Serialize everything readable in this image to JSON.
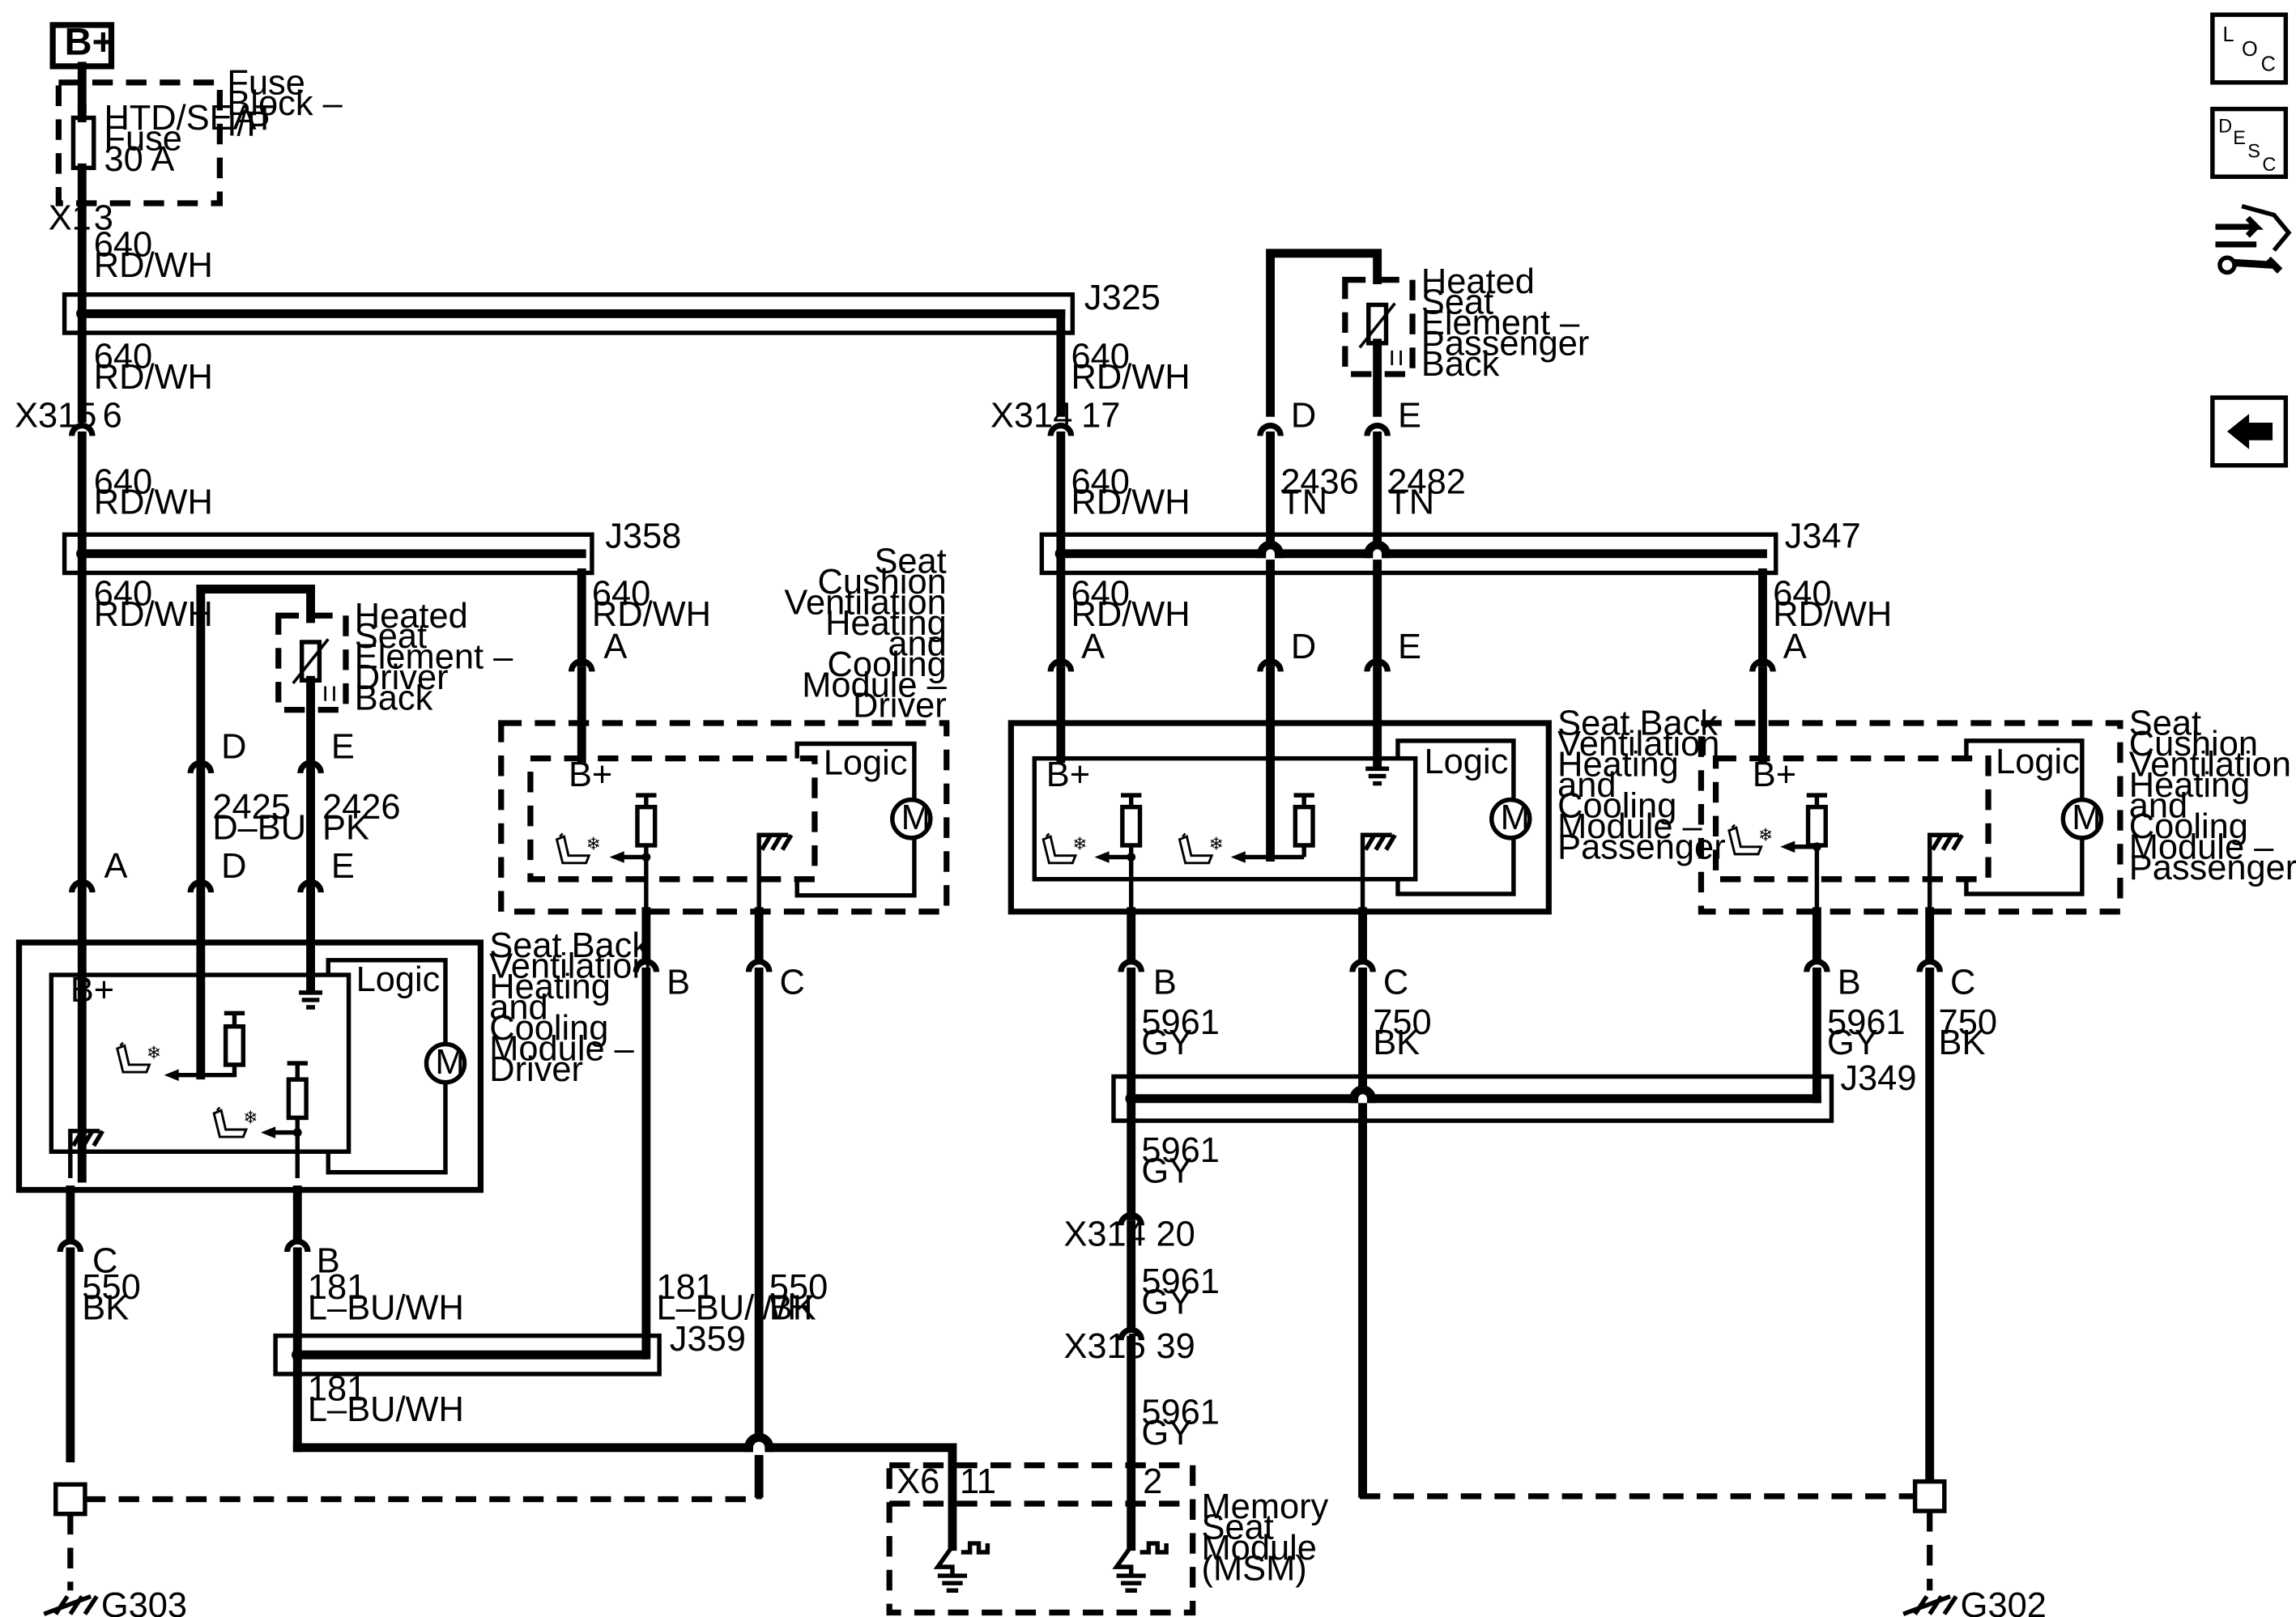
{
  "power": {
    "bplus": "B+"
  },
  "fuse_block": {
    "title_1": "Fuse",
    "title_2": "Block –",
    "title_3": "I/P",
    "fuse_1": "HTD/SEAT",
    "fuse_2": "Fuse",
    "fuse_3": "30 A"
  },
  "connectors": {
    "x1": "X1",
    "x1_pin": "3",
    "x315": "X315",
    "x315_pin_a": "6",
    "x315_pin_b": "39",
    "x314": "X314",
    "x314_pin_a": "17",
    "x314_pin_b": "20",
    "x6": "X6",
    "x6_pin_a": "11",
    "x6_pin_b": "2"
  },
  "splices": {
    "j325": "J325",
    "j358": "J358",
    "j347": "J347",
    "j349": "J349",
    "j359": "J359"
  },
  "wires": {
    "w640": "640",
    "rdwh": "RD/WH",
    "w2425": "2425",
    "dbu": "D–BU",
    "w2426": "2426",
    "pk": "PK",
    "w2436": "2436",
    "w2482": "2482",
    "tn": "TN",
    "w5961": "5961",
    "gy": "GY",
    "w750": "750",
    "w550": "550",
    "bk": "BK",
    "w181": "181",
    "lbuwh": "L–BU/WH"
  },
  "pins": {
    "a": "A",
    "b": "B",
    "c": "C",
    "d": "D",
    "e": "E"
  },
  "heated_driver": {
    "l1": "Heated",
    "l2": "Seat",
    "l3": "Element –",
    "l4": "Driver",
    "l5": "Back"
  },
  "heated_passenger": {
    "l1": "Heated",
    "l2": "Seat",
    "l3": "Element –",
    "l4": "Passenger",
    "l5": "Back"
  },
  "sb_driver": {
    "l1": "Seat Back",
    "l2": "Ventilation",
    "l3": "Heating",
    "l4": "and",
    "l5": "Cooling",
    "l6": "Module –",
    "l7": "Driver"
  },
  "sc_driver": {
    "l1": "Seat",
    "l2": "Cushion",
    "l3": "Ventilation",
    "l4": "Heating",
    "l5": "and",
    "l6": "Cooling",
    "l7": "Module –",
    "l8": "Driver"
  },
  "sb_passenger": {
    "l1": "Seat Back",
    "l2": "Ventilation",
    "l3": "Heating",
    "l4": "and",
    "l5": "Cooling",
    "l6": "Module –",
    "l7": "Passenger"
  },
  "sc_passenger": {
    "l1": "Seat",
    "l2": "Cushion",
    "l3": "Ventilation",
    "l4": "Heating",
    "l5": "and",
    "l6": "Cooling",
    "l7": "Module –",
    "l8": "Passenger"
  },
  "module": {
    "logic": "Logic",
    "motor": "M",
    "bplus": "B+"
  },
  "msm": {
    "l1": "Memory",
    "l2": "Seat",
    "l3": "Module",
    "l4": "(MSM)"
  },
  "grounds": {
    "g303": "G303",
    "g302": "G302"
  },
  "nav": {
    "loc_l": "L",
    "loc_o": "O",
    "loc_c": "C",
    "desc_d": "D",
    "desc_e": "E",
    "desc_s": "S",
    "desc_c": "C"
  }
}
